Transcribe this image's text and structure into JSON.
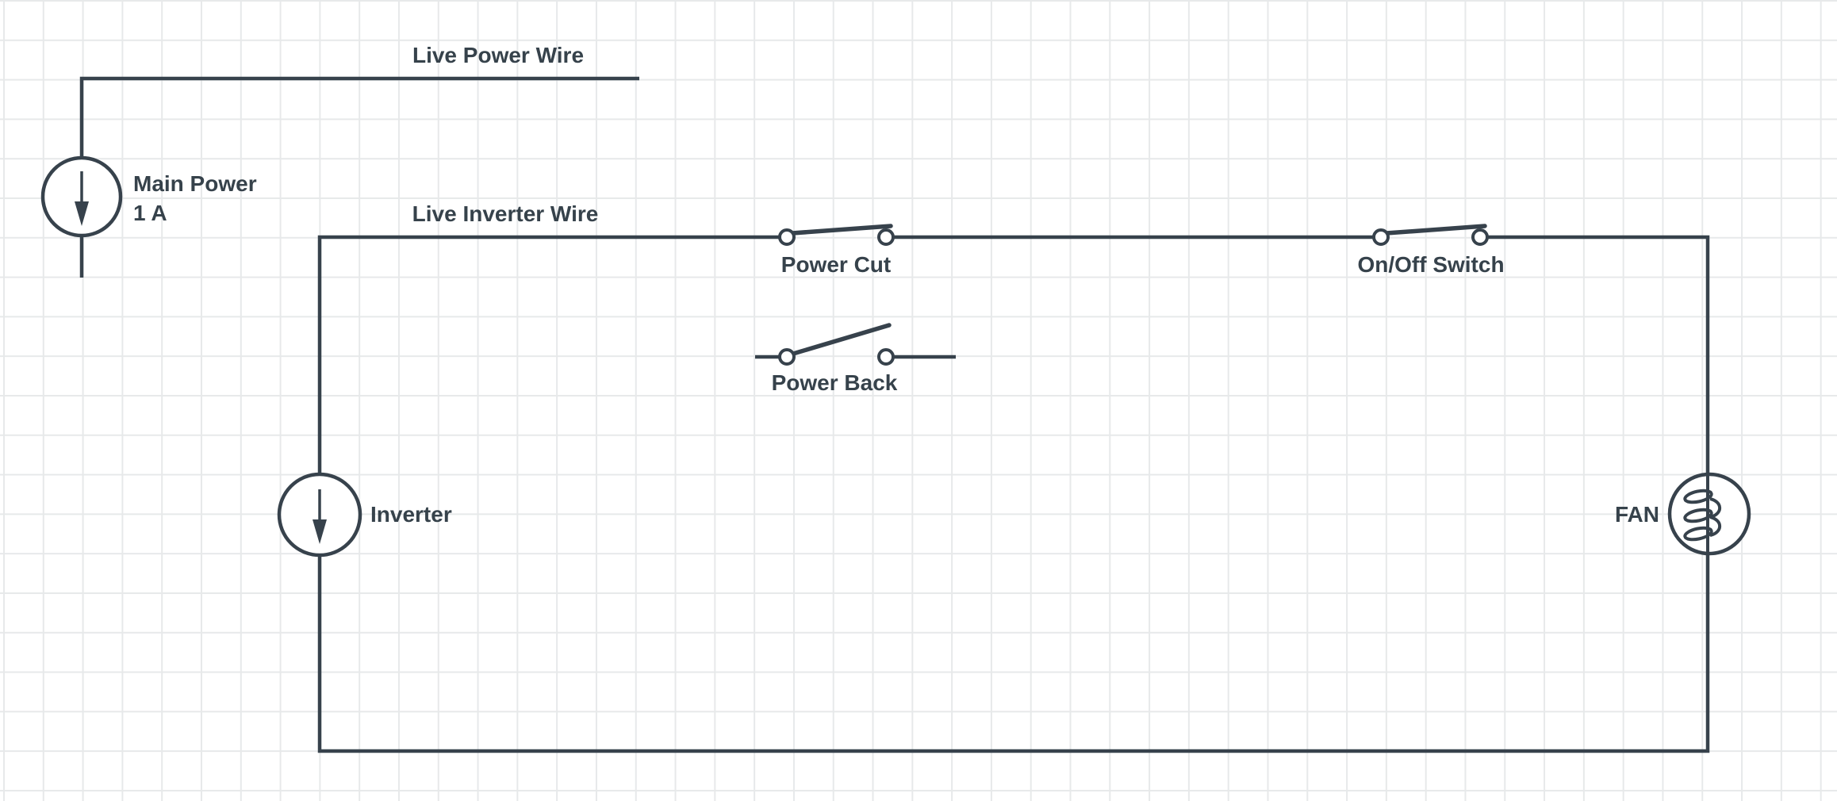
{
  "canvas": {
    "background_color": "#ffffff",
    "grid_color": "#e7e9ea",
    "stroke_color": "#37424c",
    "text_color": "#36424b"
  },
  "diagram": {
    "type": "electrical-circuit-schematic",
    "components": [
      {
        "id": "live-power-wire",
        "kind": "wire",
        "label": "Live Power Wire",
        "connected": "Main Power top terminal, open end to the right"
      },
      {
        "id": "main-power",
        "kind": "current-source",
        "label": "Main Power",
        "value": "1 A",
        "symbol": "circle with downward arrow"
      },
      {
        "id": "live-inverter-wire",
        "kind": "wire",
        "label": "Live Inverter Wire",
        "connected": "rectangular loop: Inverter, Power Cut, On/Off Switch, FAN"
      },
      {
        "id": "power-cut",
        "kind": "switch",
        "state": "closed",
        "label": "Power Cut"
      },
      {
        "id": "power-back",
        "kind": "switch",
        "state": "open",
        "label": "Power Back",
        "connected": "floating, not wired into loop"
      },
      {
        "id": "on-off-switch",
        "kind": "switch",
        "state": "closed",
        "label": "On/Off Switch"
      },
      {
        "id": "inverter",
        "kind": "current-source",
        "label": "Inverter",
        "symbol": "circle with downward arrow"
      },
      {
        "id": "fan",
        "kind": "motor-coil-load",
        "label": "FAN",
        "symbol": "circle with 3-turn coil"
      }
    ]
  }
}
